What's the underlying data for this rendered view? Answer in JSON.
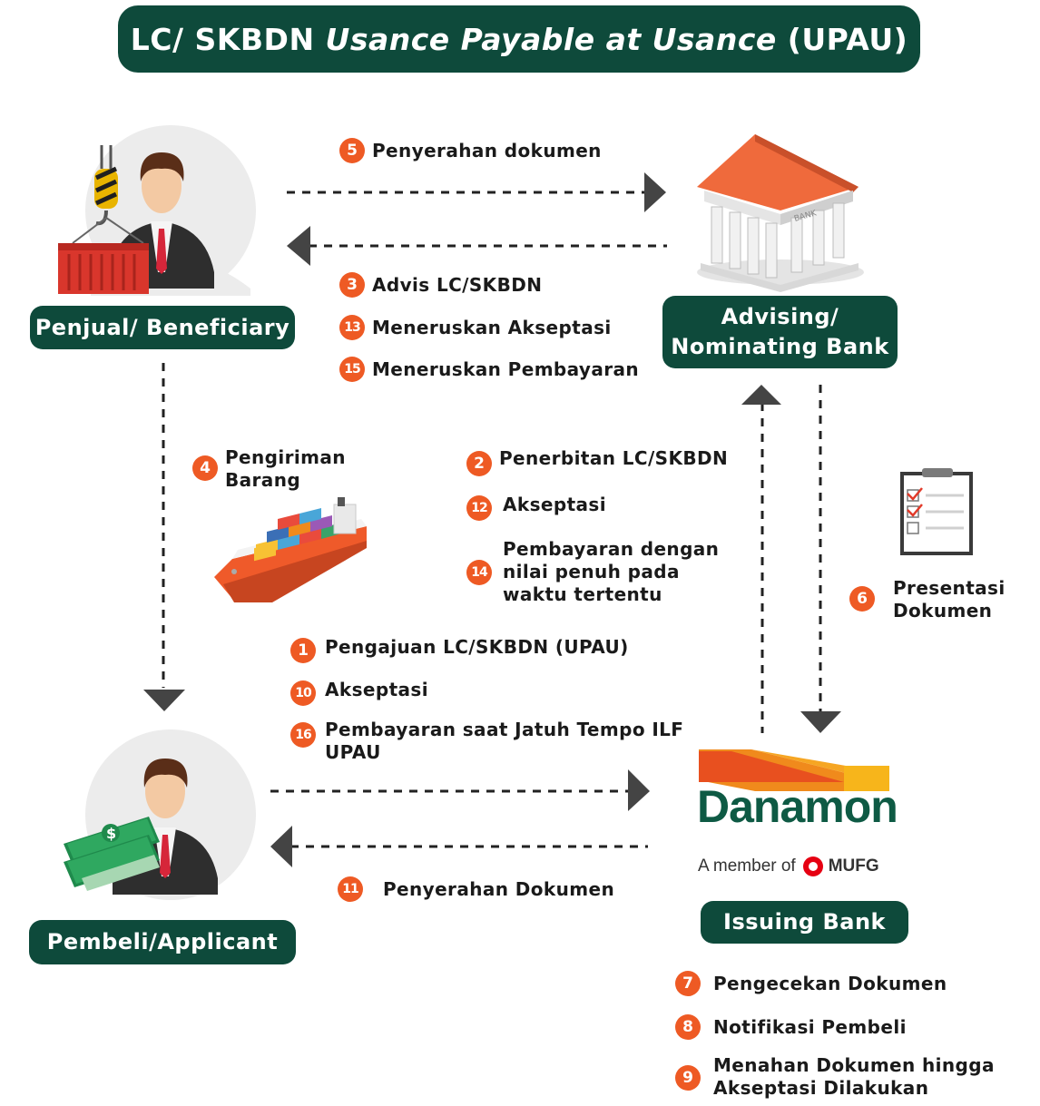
{
  "title": {
    "prefix": "LC/ SKBDN ",
    "italic": "Usance Payable at Usance",
    "suffix": " (UPAU)"
  },
  "nodes": {
    "beneficiary": "Penjual/ Beneficiary",
    "advising_line1": "Advising/",
    "advising_line2": "Nominating Bank",
    "applicant": "Pembeli/Applicant",
    "issuing": "Issuing Bank"
  },
  "logo": {
    "brand": "Danamon",
    "member_prefix": "A member of",
    "member_brand": "MUFG"
  },
  "steps": {
    "s5": {
      "num": "5",
      "text": "Penyerahan dokumen"
    },
    "s3": {
      "num": "3",
      "text": "Advis LC/SKBDN"
    },
    "s13": {
      "num": "13",
      "text": "Meneruskan Akseptasi"
    },
    "s15": {
      "num": "15",
      "text": "Meneruskan Pembayaran"
    },
    "s4": {
      "num": "4",
      "line1": "Pengiriman",
      "line2": "Barang"
    },
    "s2": {
      "num": "2",
      "text": "Penerbitan LC/SKBDN"
    },
    "s12": {
      "num": "12",
      "text": "Akseptasi"
    },
    "s14": {
      "num": "14",
      "line1": "Pembayaran dengan",
      "line2": "nilai penuh pada",
      "line3": "waktu tertentu"
    },
    "s6": {
      "num": "6",
      "line1": "Presentasi",
      "line2": "Dokumen"
    },
    "s1": {
      "num": "1",
      "text": "Pengajuan LC/SKBDN (UPAU)"
    },
    "s10": {
      "num": "10",
      "text": "Akseptasi"
    },
    "s16": {
      "num": "16",
      "line1": "Pembayaran saat Jatuh Tempo ILF",
      "line2": "UPAU"
    },
    "s11": {
      "num": "11",
      "text": "Penyerahan Dokumen"
    },
    "s7": {
      "num": "7",
      "text": "Pengecekan Dokumen"
    },
    "s8": {
      "num": "8",
      "text": "Notifikasi Pembeli"
    },
    "s9": {
      "num": "9",
      "line1": "Menahan Dokumen hingga",
      "line2": "Akseptasi Dilakukan"
    }
  },
  "icons": {
    "seller": "seller-with-container-icon",
    "bank": "bank-building-icon",
    "ship": "cargo-ship-icon",
    "checklist": "checklist-clipboard-icon",
    "buyer": "buyer-with-money-icon"
  },
  "colors": {
    "pill": "#0e4a3b",
    "badge": "#ee5a24",
    "danamon_green": "#0e5a44",
    "danamon_orange": "#f08a1c"
  }
}
